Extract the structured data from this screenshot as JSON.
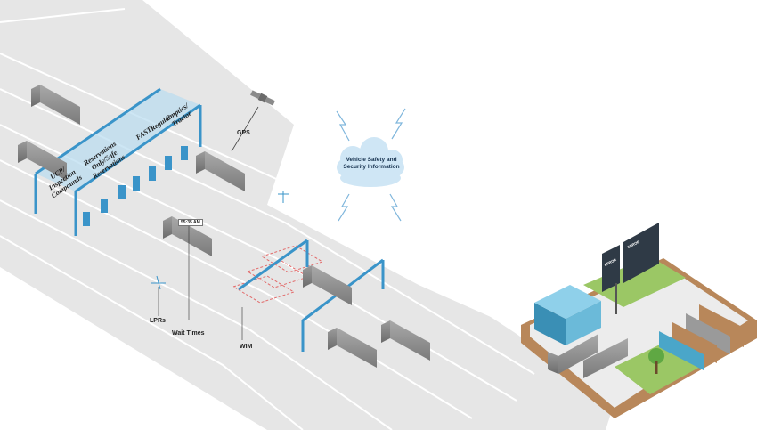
{
  "gantry_lanes": [
    "UCP/ Inspection Compounds",
    "Reservations Only/Safe Reservations",
    "FAST",
    "Regular",
    "Empties/ Tractor"
  ],
  "labels": {
    "gps": "GPS",
    "lprs": "LPRs",
    "wait_times": "Wait Times",
    "wim": "WIM"
  },
  "wait_time_value": "55:35 AM",
  "cloud": {
    "text": "Vehicle Safety and Security Information"
  },
  "boards": {
    "left_heading": "ERROR",
    "right_heading": "ERROR"
  },
  "colors": {
    "road": "#e6e6e6",
    "lane_line": "#ffffff",
    "gantry": "#3a94c9",
    "gantry_glass": "#b8dcf0",
    "truck_body": "#8e8e8e",
    "cloud": "#cfe6f5",
    "lightning": "#7fb6dc",
    "wim_pad": "#e26a6a",
    "grass": "#9bc765",
    "compound_wall": "#b8875a",
    "building": "#4aa6c9",
    "board": "#2f3a46"
  }
}
